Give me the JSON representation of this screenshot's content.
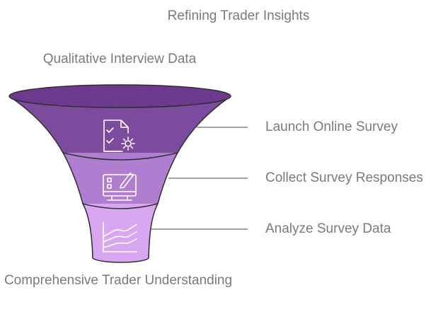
{
  "title": "Refining Trader Insights",
  "top_label": "Qualitative Interview Data",
  "bottom_label": "Comprehensive Trader Understanding",
  "colors": {
    "rim": "#6e3a8e",
    "layer1": "#7d4b9d",
    "layer2": "#b07ed0",
    "layer3": "#d9a6f2",
    "outline": "#2e2e2e",
    "text": "#7a7a7a",
    "icon": "#ffffff"
  },
  "steps": [
    {
      "label": "Launch Online Survey",
      "icon": "checklist-gear-icon"
    },
    {
      "label": "Collect Survey Responses",
      "icon": "monitor-form-edit-icon"
    },
    {
      "label": "Analyze Survey Data",
      "icon": "line-chart-icon"
    }
  ]
}
